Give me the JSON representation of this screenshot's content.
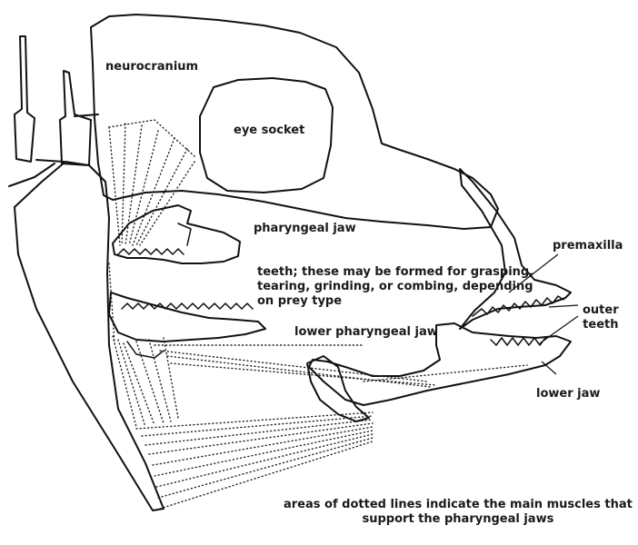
{
  "labels": {
    "neurocranium": "neurocranium",
    "eye_socket": "eye socket",
    "pharyngeal_jaw": "pharyngeal jaw",
    "teeth_note": [
      "teeth; these may be formed for grasping,",
      "tearing, grinding, or combing, depending",
      "on prey type"
    ],
    "lower_pharyngeal_jaw": "lower pharyngeal jaw",
    "premaxilla": "premaxilla",
    "outer_teeth": [
      "outer",
      "teeth"
    ],
    "lower_jaw": "lower jaw",
    "caption": [
      "areas of dotted lines indicate the main muscles that",
      "support the pharyngeal jaws"
    ]
  }
}
